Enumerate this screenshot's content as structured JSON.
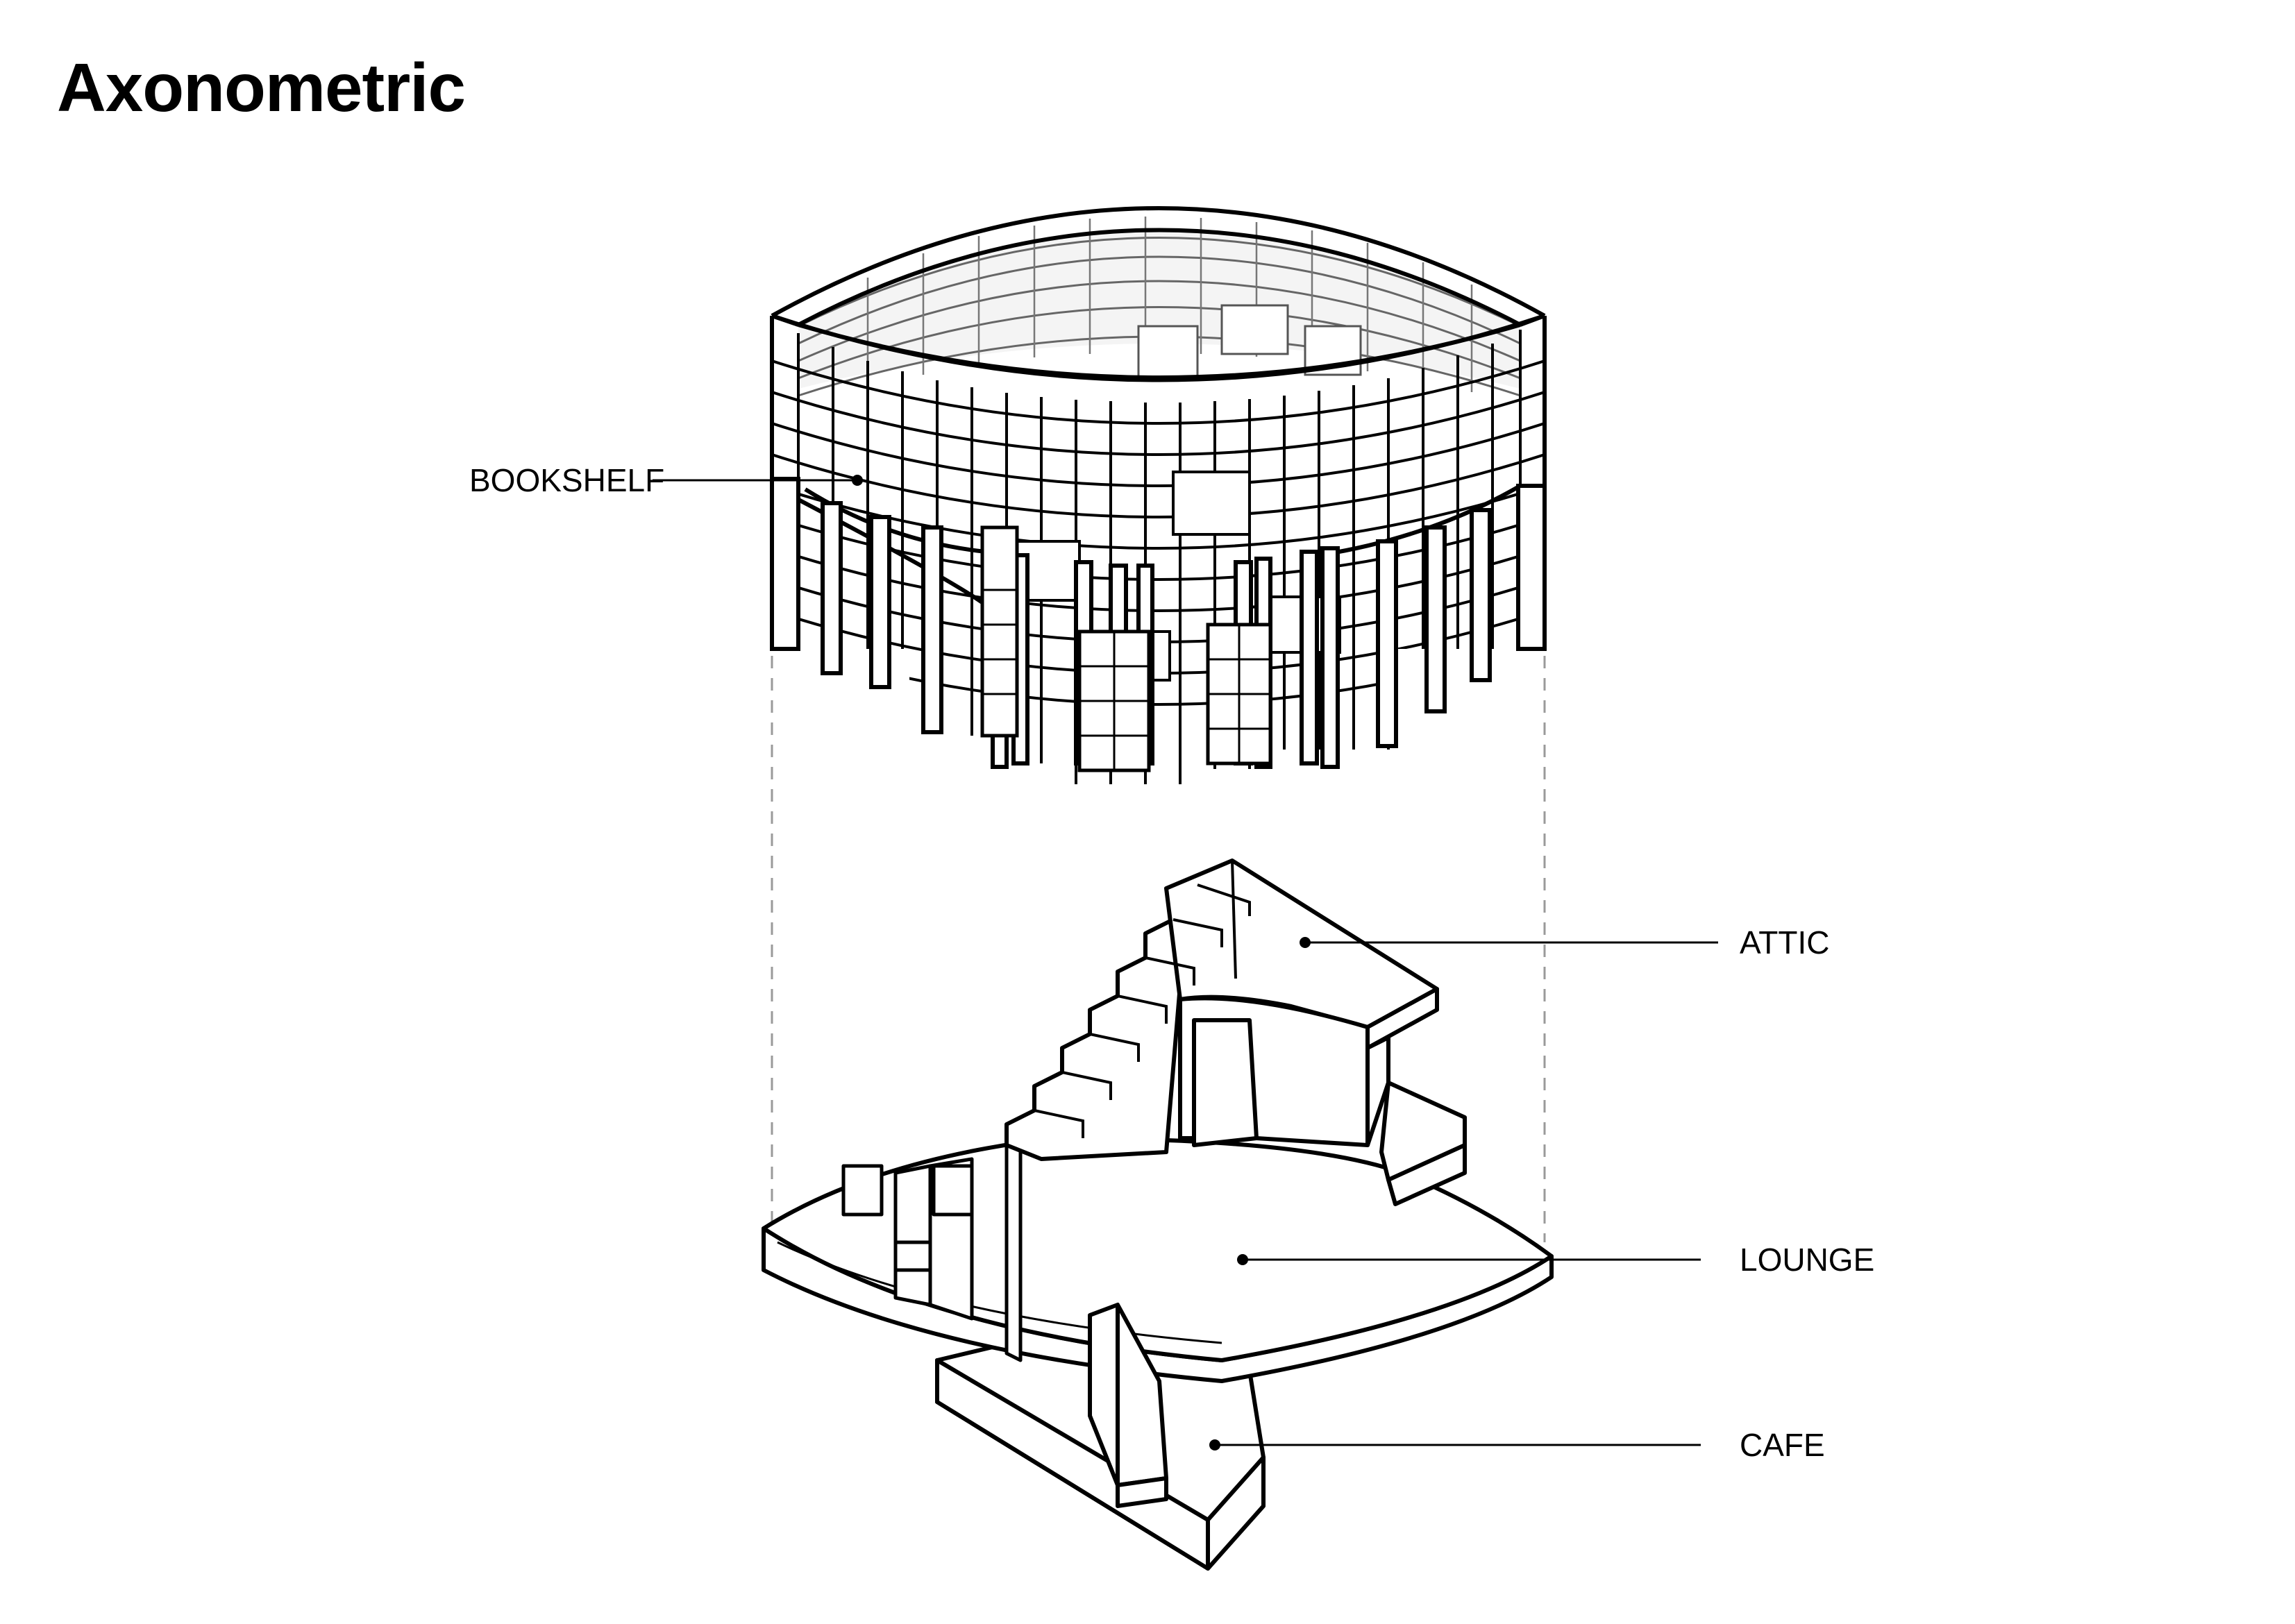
{
  "title": "Axonometric",
  "labels": {
    "bookshelf": "BOOKSHELF",
    "attic": "ATTIC",
    "lounge": "LOUNGE",
    "cafe": "CAFE"
  },
  "colors": {
    "line": "#000000",
    "grid_line": "#555555",
    "guide_dash": "#9a9a9a",
    "background": "#ffffff"
  }
}
